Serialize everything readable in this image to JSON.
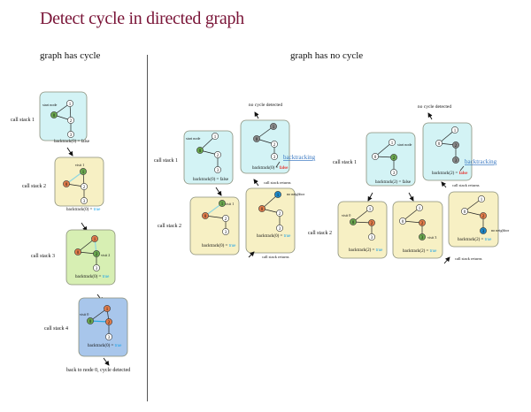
{
  "title": "Detect cycle in directed graph",
  "sections": {
    "left_title": "graph has cycle",
    "right_title": "graph has no cycle"
  },
  "colors": {
    "title": "#7a1538",
    "box_cyan": "#d3f3f5",
    "box_yellow": "#f7f0c4",
    "box_green": "#d7efb3",
    "box_blue": "#a8c6eb",
    "node_start_green": "#6aa84f",
    "node_visited_orange": "#e07b4a",
    "node_gray": "#888888",
    "node_blue": "#1e88c8",
    "true_color": "#1aa3e8",
    "false_color": "#e53935",
    "backtracking_color": "#3a78c2"
  },
  "left": {
    "stacks": [
      {
        "label": "call stack 1",
        "note": "start node",
        "result_prefix": "backtrack(0) =",
        "result": "false",
        "result_type": "plain"
      },
      {
        "label": "call stack 2",
        "note": "visit 1",
        "result_prefix": "backtrack(0) =",
        "result": "true",
        "result_type": "true"
      },
      {
        "label": "call stack 3",
        "note": "visit 2",
        "result_prefix": "backtrack(0) =",
        "result": "true",
        "result_type": "true"
      },
      {
        "label": "call stack 4",
        "note": "visit 0",
        "result_prefix": "backtrack(0) =",
        "result": "true",
        "result_type": "true"
      }
    ],
    "conclusion": "back to node 0, cycle detected"
  },
  "middle": {
    "stack1": {
      "label": "call stack 1",
      "note": "start node",
      "result_prefix": "backtrack(0) =",
      "result": "false"
    },
    "top": {
      "caption": "no cycle detected",
      "result_prefix": "backtrack(0) =",
      "result": "false",
      "backtracking": "backtracking"
    },
    "stack2_label": "call stack 2",
    "stack2a": {
      "note": "visit 1",
      "result_prefix": "backtrack(0) =",
      "result": "true"
    },
    "stack2b": {
      "note": "no neighbor",
      "result_prefix": "backtrack(0) =",
      "result": "true"
    },
    "returns": [
      "call stack returns",
      "call stack returns"
    ]
  },
  "right": {
    "stack1": {
      "label": "call stack 1",
      "note": "start node",
      "result_prefix": "backtrack(2) =",
      "result": "false"
    },
    "top": {
      "caption": "no cycle detected",
      "result_prefix": "backtrack(2) =",
      "result": "false",
      "backtracking": "backtracking"
    },
    "stack2_label": "call stack 2",
    "stack2a": {
      "note": "visit 0",
      "result_prefix": "backtrack(2) =",
      "result": "true"
    },
    "stack2b": {
      "note": "visit 3",
      "result_prefix": "backtrack(2) =",
      "result": "true"
    },
    "stack2c": {
      "note": "no neighbor",
      "result_prefix": "backtrack(2) =",
      "result": "true"
    },
    "returns": [
      "call stack returns",
      "call stack returns"
    ]
  },
  "node_labels": [
    "0",
    "1",
    "2",
    "3"
  ]
}
